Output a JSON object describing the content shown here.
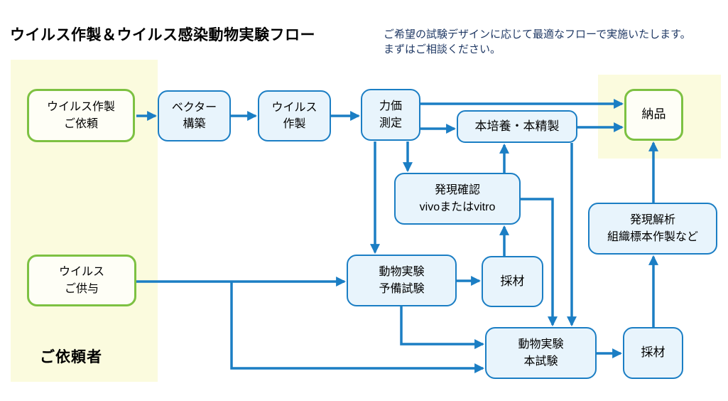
{
  "title": "ウイルス作製＆ウイルス感染動物実験フロー",
  "intro": {
    "line1": "ご希望の試験デザインに応じて最適なフローで実施いたします。",
    "line2": "まずはご相談ください。"
  },
  "client_area_label": "ご依頼者",
  "nodes": {
    "virus_request": {
      "label": "ウイルス作製\nご依頼",
      "type": "client"
    },
    "vector_construction": {
      "label": "ベクター\n構築",
      "type": "process"
    },
    "virus_production": {
      "label": "ウイルス\n作製",
      "type": "process"
    },
    "titer_measurement": {
      "label": "力価\n測定",
      "type": "process"
    },
    "main_culture_purification": {
      "label": "本培養・本精製",
      "type": "process"
    },
    "delivery": {
      "label": "納品",
      "type": "client"
    },
    "expression_check": {
      "label": "発現確認\nvivoまたはvitro",
      "type": "process"
    },
    "animal_preliminary": {
      "label": "動物実験\n予備試験",
      "type": "process"
    },
    "sampling_1": {
      "label": "採材",
      "type": "process"
    },
    "animal_main": {
      "label": "動物実験\n本試験",
      "type": "process"
    },
    "sampling_2": {
      "label": "採材",
      "type": "process"
    },
    "expression_analysis": {
      "label": "発現解析\n組織標本作製など",
      "type": "process"
    },
    "virus_supply": {
      "label": "ウイルス\nご供与",
      "type": "client"
    }
  },
  "edges": [
    {
      "from": "virus_request",
      "to": "vector_construction"
    },
    {
      "from": "vector_construction",
      "to": "virus_production"
    },
    {
      "from": "virus_production",
      "to": "titer_measurement"
    },
    {
      "from": "titer_measurement",
      "to": "delivery"
    },
    {
      "from": "titer_measurement",
      "to": "main_culture_purification"
    },
    {
      "from": "main_culture_purification",
      "to": "delivery"
    },
    {
      "from": "titer_measurement",
      "to": "animal_preliminary"
    },
    {
      "from": "titer_measurement",
      "to": "expression_check"
    },
    {
      "from": "expression_check",
      "to": "main_culture_purification"
    },
    {
      "from": "expression_check",
      "to": "animal_main"
    },
    {
      "from": "main_culture_purification",
      "to": "animal_main"
    },
    {
      "from": "sampling_1",
      "to": "expression_check"
    },
    {
      "from": "animal_preliminary",
      "to": "sampling_1"
    },
    {
      "from": "animal_preliminary",
      "to": "animal_main"
    },
    {
      "from": "virus_supply",
      "to": "animal_preliminary"
    },
    {
      "from": "virus_supply",
      "to": "animal_main"
    },
    {
      "from": "animal_main",
      "to": "sampling_2"
    },
    {
      "from": "sampling_2",
      "to": "expression_analysis"
    },
    {
      "from": "expression_analysis",
      "to": "delivery"
    }
  ],
  "colors": {
    "blue": "#1B7EC4",
    "blue_fill": "#E8F4FC",
    "green": "#7DC142",
    "green_fill": "#FEFEF6",
    "yellow_panel": "#FBFBDE",
    "navy_text": "#1F3864",
    "text": "#000000"
  }
}
